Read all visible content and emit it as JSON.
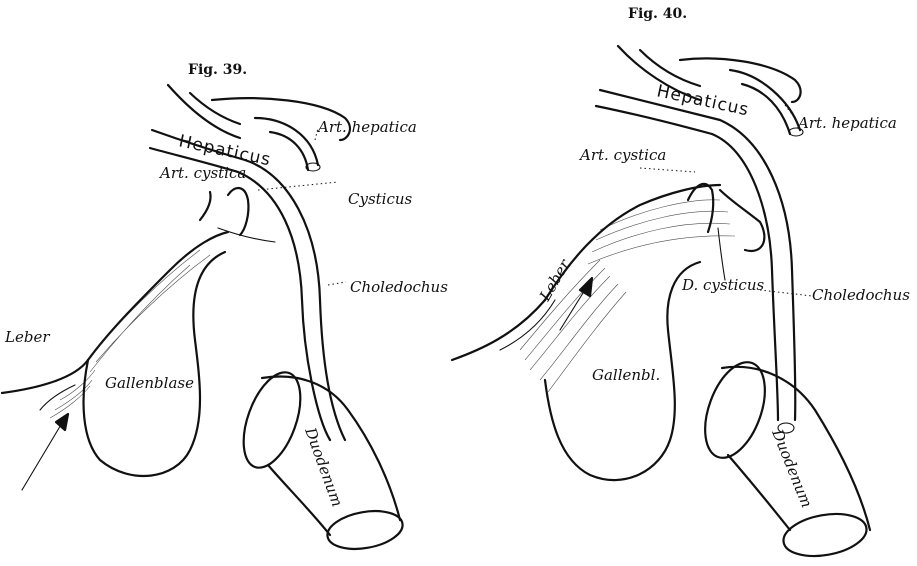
{
  "figure_left": {
    "caption": "Fig. 39.",
    "labels": {
      "hepaticus": "Hepaticus",
      "art_hepatica": "Art. hepatica",
      "art_cystica": "Art. cystica",
      "cysticus": "Cysticus",
      "choledochus": "Choledochus",
      "leber": "Leber",
      "gallenblase": "Gallenblase",
      "duodenum": "Duodenum"
    }
  },
  "figure_right": {
    "caption": "Fig. 40.",
    "labels": {
      "hepaticus": "Hepaticus",
      "art_hepatica": "Art. hepatica",
      "art_cystica": "Art. cystica",
      "leber": "Leber",
      "d_cysticus": "D. cysticus",
      "choledochus": "Choledochus",
      "gallenbl": "Gallenbl.",
      "duodenum": "Duodenum"
    }
  }
}
